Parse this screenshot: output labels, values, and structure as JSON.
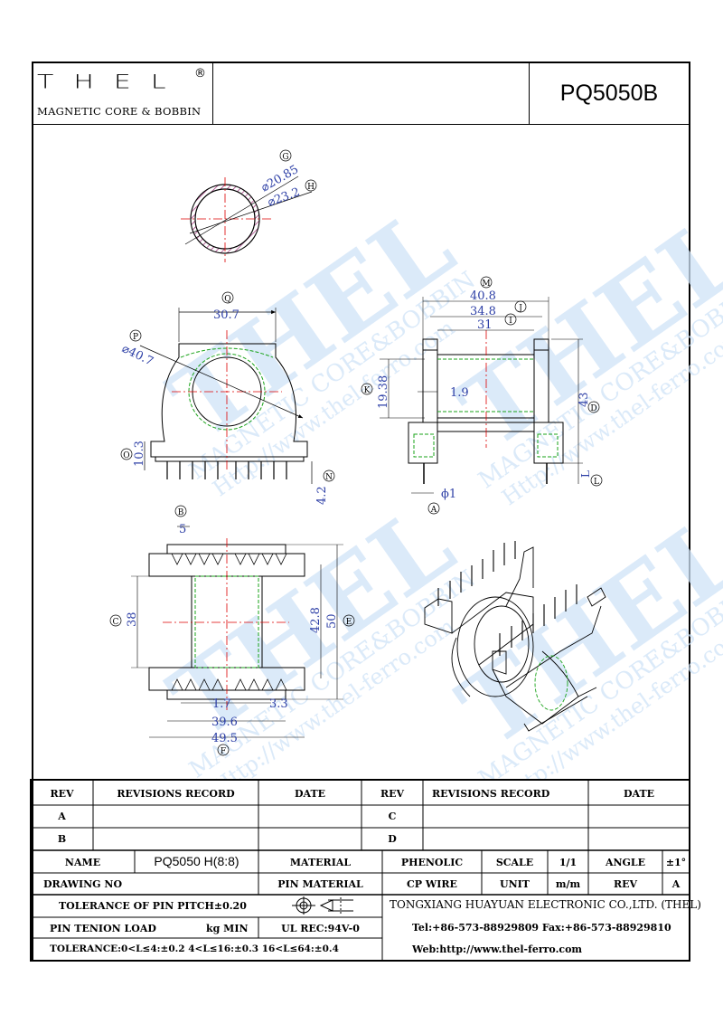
{
  "header": {
    "logo_letters": "THEL",
    "logo_reg": "®",
    "logo_subtitle": "MAGNETIC CORE & BOBBIN",
    "part_number": "PQ5050B"
  },
  "watermark": {
    "text": "THEL",
    "line2": "MAGNETIC CORE&BOBBIN",
    "line3": "Http://www.thel-ferro.com"
  },
  "dims": {
    "G": "G",
    "H": "H",
    "ring_d1": "⌀20.85",
    "ring_d2": "⌀23.2",
    "Q": "Q",
    "P": "P",
    "front_w": "30.7",
    "front_d": "⌀40.7",
    "O": "O",
    "front_h": "10.3",
    "N": "N",
    "pin_len": "4.2",
    "M": "M",
    "J": "J",
    "I": "I",
    "side_w1": "40.8",
    "side_w2": "34.8",
    "side_w3": "31",
    "K": "K",
    "side_h": "19.38",
    "wall": "1.9",
    "D": "D",
    "side_total": "43",
    "L": "L",
    "pin_l": "L",
    "A": "A",
    "pin_d": "ϕ1",
    "B": "B",
    "top_pitch": "5",
    "C": "C",
    "top_inner": "38",
    "top_mid": "42.8",
    "E": "E",
    "top_total": "50",
    "top_a": "1.7",
    "top_b": "3.3",
    "top_w1": "39.6",
    "top_w2": "49.5",
    "F": "F"
  },
  "title_block": {
    "rev_h": "REV",
    "rec_h": "REVISIONS RECORD",
    "date_h": "DATE",
    "rev_a": "A",
    "rev_b": "B",
    "rev_c": "C",
    "rev_d": "D",
    "name_l": "NAME",
    "name_v": "PQ5050 H(8:8)",
    "material_l": "MATERIAL",
    "material_v": "PHENOLIC",
    "scale_l": "SCALE",
    "scale_v": "1/1",
    "angle_l": "ANGLE",
    "angle_v": "±1°",
    "drawno_l": "DRAWING NO",
    "pinmat_l": "PIN MATERIAL",
    "pinmat_v": "CP WIRE",
    "unit_l": "UNIT",
    "unit_v": "m/m",
    "rev_l": "REV",
    "rev_v": "A",
    "tol_pitch": "TOLERANCE OF PIN PITCH±0.20",
    "company": "TONGXIANG HUAYUAN ELECTRONIC CO.,LTD. (THEL)",
    "pin_tension": "PIN TENION LOAD",
    "kg_min": "kg MIN",
    "ul": "UL REC:94V-0",
    "tel": "Tel:+86-573-88929809 Fax:+86-573-88929810",
    "tolerance": "TOLERANCE:0<L≤4:±0.2  4<L≤16:±0.3  16<L≤64:±0.4",
    "web": "Web:http://www.thel-ferro.com"
  }
}
